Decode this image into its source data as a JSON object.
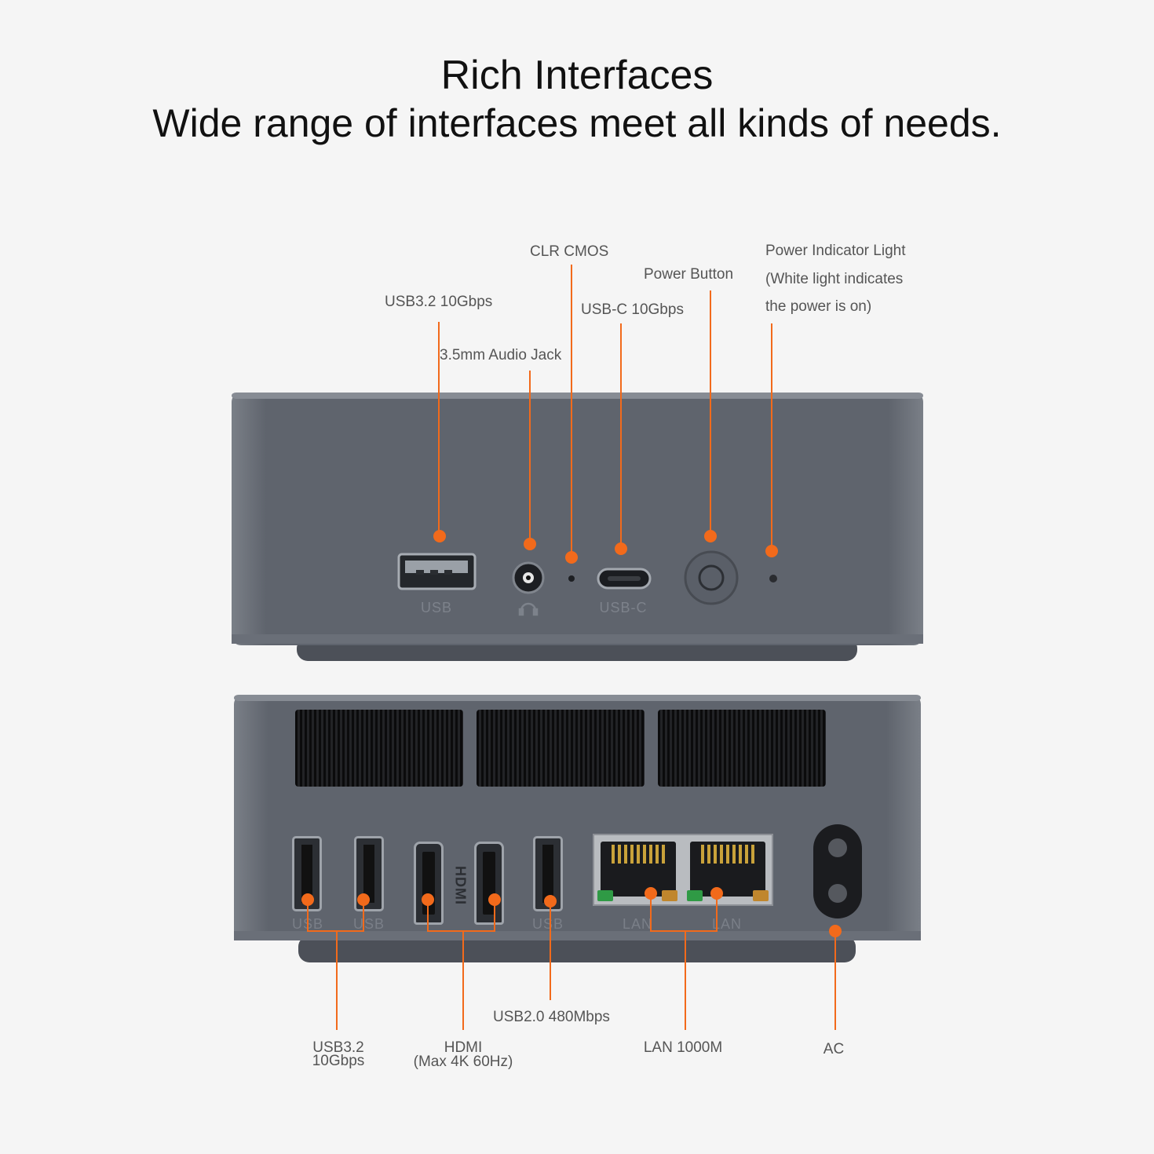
{
  "heading": {
    "line1": "Rich Interfaces",
    "line2": "Wide range of interfaces meet all kinds of needs."
  },
  "front_labels": {
    "usb": "USB3.2 10Gbps",
    "audio": "3.5mm Audio Jack",
    "clr": "CLR CMOS",
    "usbc": "USB-C 10Gbps",
    "power_button": "Power Button",
    "indicator_1": "Power Indicator Light",
    "indicator_2": "(White light indicates",
    "indicator_3": "the power is on)"
  },
  "front_engraving": {
    "usb": "USB",
    "usbc": "USB-C"
  },
  "rear_engraving": {
    "usb": "USB",
    "hdmi": "HDMI",
    "lan": "LAN"
  },
  "rear_labels": {
    "usb32_1": "USB3.2",
    "usb32_2": "10Gbps",
    "hdmi_1": "HDMI",
    "hdmi_2": "(Max 4K 60Hz)",
    "usb20": "USB2.0 480Mbps",
    "lan": "LAN 1000M",
    "ac": "AC"
  },
  "colors": {
    "accent": "#f26a1b",
    "device_body": "#5f646d",
    "device_top": "#7a7f87",
    "device_base": "#4c5058"
  }
}
